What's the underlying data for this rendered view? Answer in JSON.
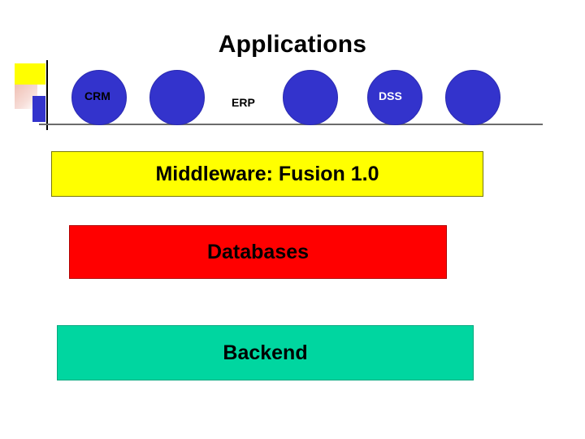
{
  "page": {
    "title": "Applications"
  },
  "applications": {
    "circles": [
      {
        "id": "crm",
        "label": "CRM",
        "label_on_dark": false
      },
      {
        "id": "erp",
        "label": "ERP",
        "label_on_dark": false
      },
      {
        "id": "blank-1",
        "label": "",
        "label_on_dark": false
      },
      {
        "id": "dss",
        "label": "DSS",
        "label_on_dark": true
      },
      {
        "id": "blank-2",
        "label": "",
        "label_on_dark": false
      }
    ],
    "labels": {
      "crm": "CRM",
      "erp": "ERP",
      "dss": "DSS"
    },
    "circle_color": "#3333CC",
    "divider_color": "#6B6B6B"
  },
  "layers": [
    {
      "id": "middleware",
      "label": "Middleware: Fusion 1.0",
      "color": "#FFFF00"
    },
    {
      "id": "databases",
      "label": "Databases",
      "color": "#FF0000"
    },
    {
      "id": "backend",
      "label": "Backend",
      "color": "#00D6A0"
    }
  ],
  "decoration": {
    "yellow_block": "#FFFF00",
    "blue_block": "#3333CC",
    "rule_color": "#000000"
  }
}
